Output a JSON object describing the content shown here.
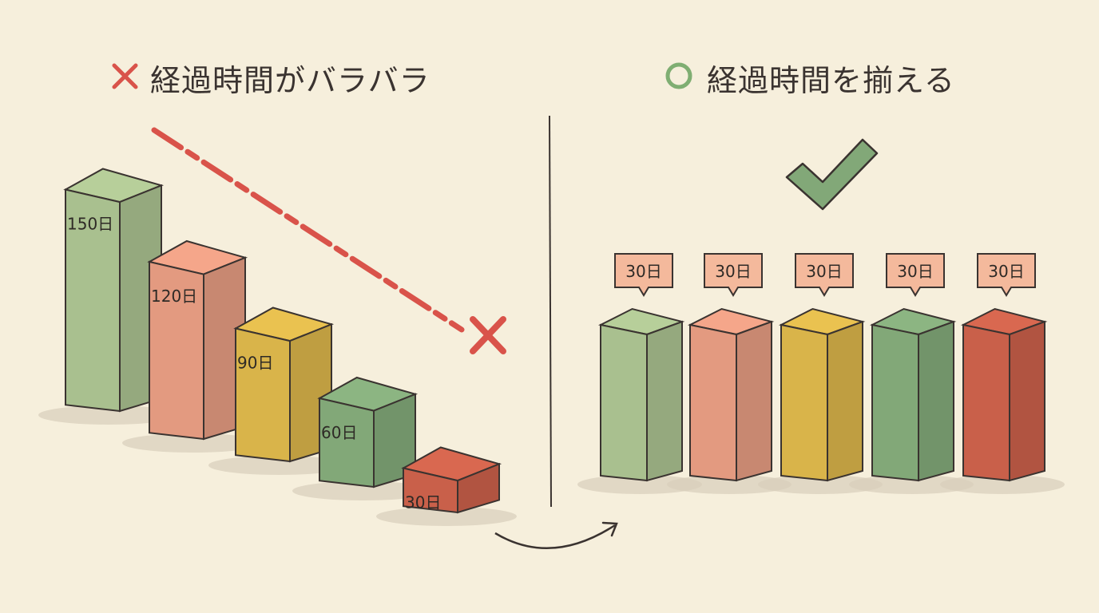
{
  "left_panel": {
    "marker_icon": "red-x-icon",
    "title": "経過時間がバラバラ",
    "bars": [
      {
        "label": "150日",
        "value": 150,
        "color": "#a9c08f"
      },
      {
        "label": "120日",
        "value": 120,
        "color": "#e39a80"
      },
      {
        "label": "90日",
        "value": 90,
        "color": "#d9b44a"
      },
      {
        "label": "60日",
        "value": 60,
        "color": "#82a878"
      },
      {
        "label": "30日",
        "value": 30,
        "color": "#c9604a"
      }
    ],
    "trend_icon": "dashed-declining-line-with-x"
  },
  "right_panel": {
    "marker_icon": "green-circle-icon",
    "title": "経過時間を揃える",
    "check_icon": "check-mark-icon",
    "bars": [
      {
        "label": "30日",
        "value": 30,
        "color": "#a9c08f"
      },
      {
        "label": "30日",
        "value": 30,
        "color": "#e39a80"
      },
      {
        "label": "30日",
        "value": 30,
        "color": "#d9b44a"
      },
      {
        "label": "30日",
        "value": 30,
        "color": "#82a878"
      },
      {
        "label": "30日",
        "value": 30,
        "color": "#c9604a"
      }
    ]
  },
  "colors": {
    "background": "#f6efdc",
    "bad": "#d9534a",
    "good": "#7fae72",
    "tag": "#f4b99c"
  }
}
